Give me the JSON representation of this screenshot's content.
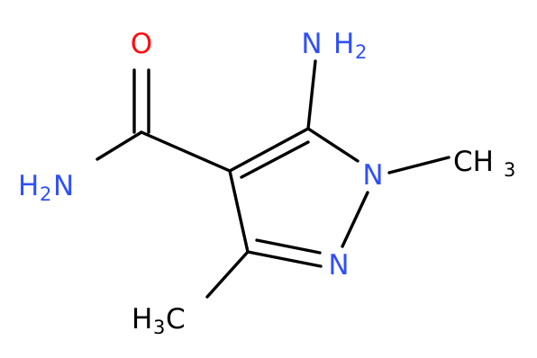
{
  "molecule": {
    "atom_labels": {
      "oxygen": "O",
      "amine_n": "N",
      "amine_h": "H",
      "amine_sub": "2",
      "amide_h": "H",
      "amide_sub": "2",
      "amide_n": "N",
      "ring_n1": "N",
      "ring_n2": "N",
      "methyl_c": "CH",
      "methyl_c_sub": "3",
      "methyl2_h": "H",
      "methyl2_h_sub": "3",
      "methyl2_c": "C"
    },
    "colors": {
      "bond": "#000000",
      "nitrogen": "#3050F8",
      "oxygen": "#FF0D0D",
      "carbon": "#000000"
    }
  }
}
